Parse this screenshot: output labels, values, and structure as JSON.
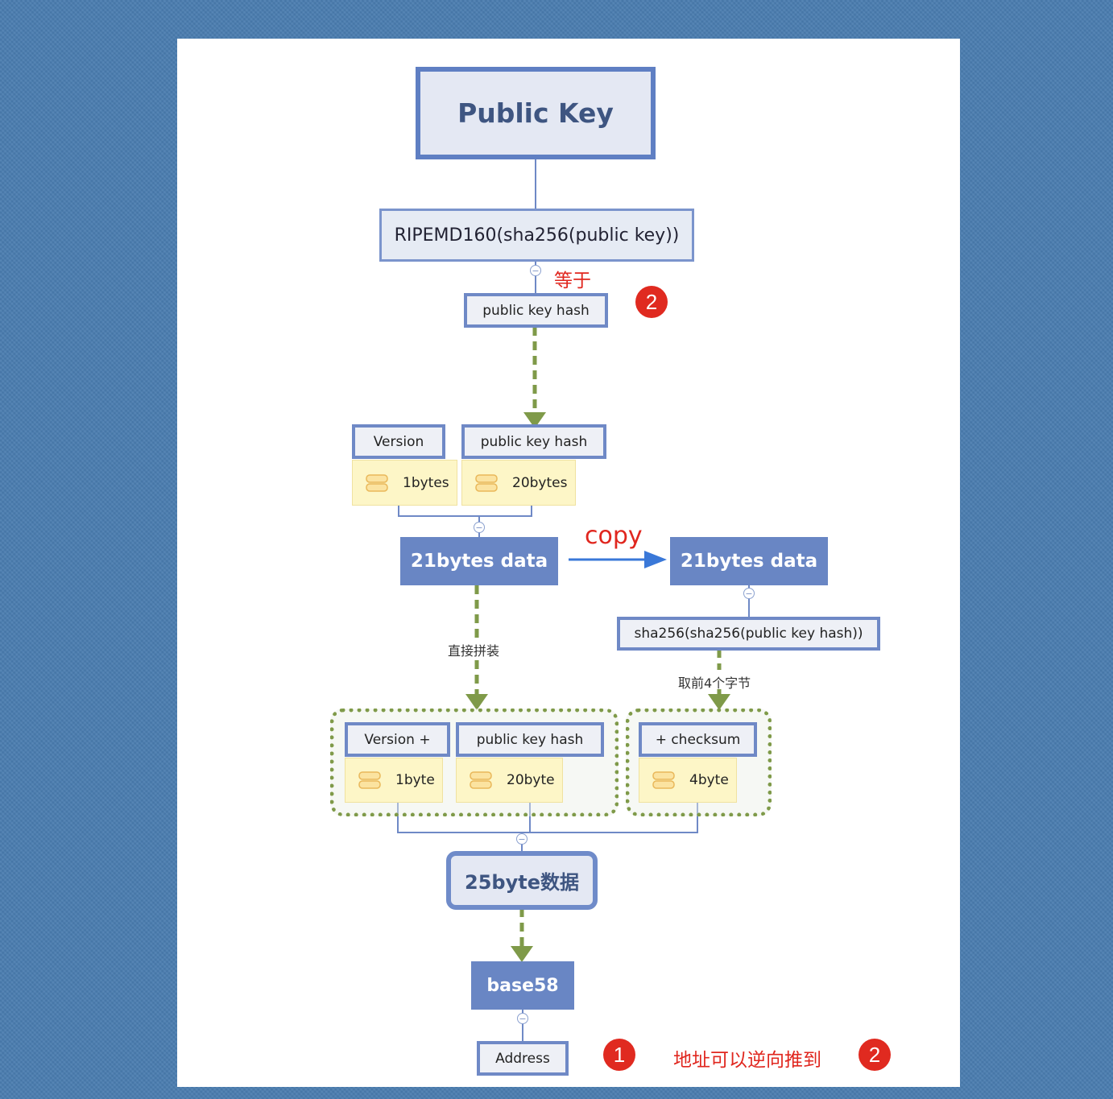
{
  "nodes": {
    "public_key": "Public Key",
    "ripemd": "RIPEMD160(sha256(public key))",
    "pkh_top": "public key hash",
    "version": "Version",
    "pkh_mid": "public key hash",
    "data21_left": "21bytes data",
    "data21_right": "21bytes data",
    "sha256_checksum": "sha256(sha256(public key hash))",
    "version_plus": "Version +",
    "pkh_bottom": "public key hash",
    "checksum": "+ checksum",
    "data25": "25byte数据",
    "base58": "base58",
    "address": "Address"
  },
  "sizes": {
    "version_bytes": "1bytes",
    "pkh_bytes": "20bytes",
    "version_byte": "1byte",
    "pkh_byte": "20byte",
    "checksum_byte": "4byte"
  },
  "labels": {
    "equals": "等于",
    "copy": "copy",
    "concat": "直接拼装",
    "take_first_4": "取前4个字节",
    "reversible": "地址可以逆向推到"
  },
  "badges": {
    "top_right": "2",
    "bottom_one": "1",
    "bottom_two": "2"
  },
  "icons": {
    "collapse": "minus-circle-icon",
    "bytes": "database-icon",
    "arrow": "arrow-right-icon"
  },
  "colors": {
    "background": "#4a7db0",
    "node_border": "#6f89c6",
    "solid_node": "#6986c4",
    "dashed_arrow": "#7f9a49",
    "copy_arrow": "#3a78d8",
    "annotation_red": "#e0261e",
    "bytes_fill": "#fdf6c7"
  }
}
